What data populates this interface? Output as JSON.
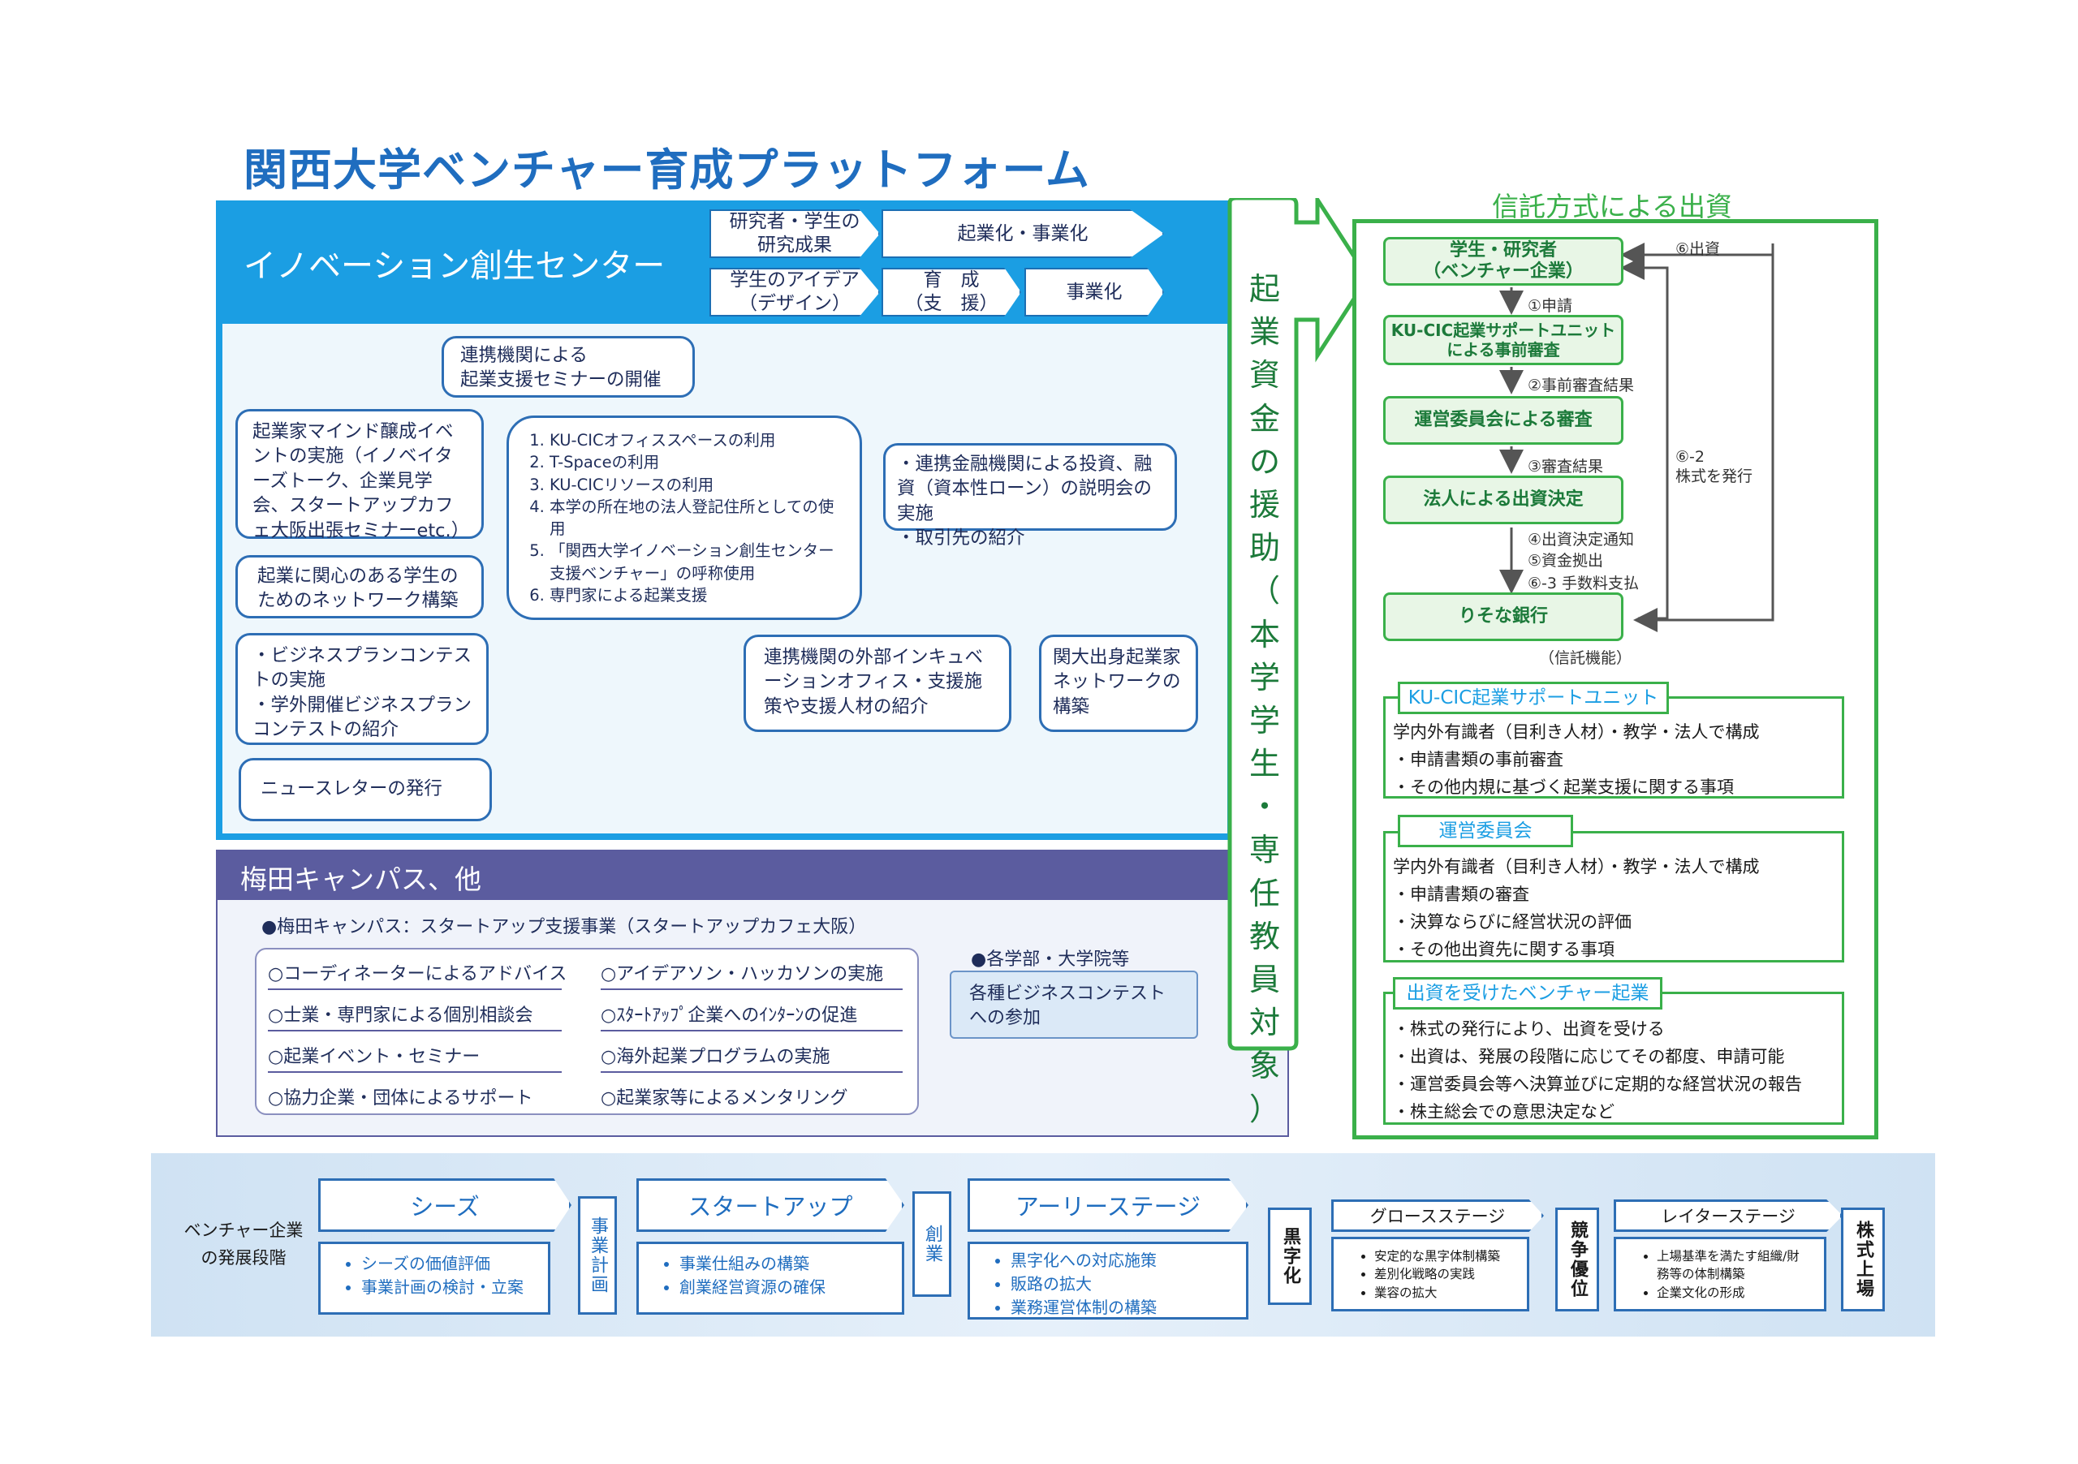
{
  "title": "関西大学ベンチャー育成プラットフォーム",
  "innovation": {
    "label": "イノベーション創生センター",
    "chev1": "研究者・学生の\n研究成果",
    "chev2": "起業化・事業化",
    "chev3": "学生のアイデア\n（デザイン）",
    "chev4": "育　成\n（支　援）",
    "chev5": "事業化",
    "seminar": "連携機関による\n起業支援セミナーの開催",
    "mind": "起業家マインド醸成イベントの実施（イノベイターズトーク、企業見学会、スタートアップカフェ大阪出張セミナーetc.）",
    "network": "起業に関心のある学生のためのネットワーク構築",
    "contest": "・ビジネスプランコンテストの実施\n・学外開催ビジネスプランコンテストの紹介",
    "newsletter": "ニュースレターの発行",
    "list": [
      "KU-CICオフィススペースの利用",
      "T-Spaceの利用",
      "KU-CICリソースの利用",
      "本学の所在地の法人登記住所としての使用",
      "「関西大学イノベーション創生センター支援ベンチャー」の呼称使用",
      "専門家による起業支援"
    ],
    "finance": "・連携金融機関による投資、融資（資本性ローン）の説明会の実施\n・取引先の紹介",
    "incubation": "連携機関の外部インキュベーションオフィス・支援施策や支援人材の紹介",
    "alumni": "関大出身起業家ネットワークの構築"
  },
  "umeda": {
    "label": "梅田キャンパス、他",
    "sub": "●梅田キャンパス：スタートアップ支援事業（スタートアップカフェ大阪）",
    "items_left": [
      "○コーディネーターによるアドバイス",
      "○士業・専門家による個別相談会",
      "○起業イベント・セミナー",
      "○協力企業・団体によるサポート"
    ],
    "items_right": [
      "○アイデアソン・ハッカソンの実施",
      "○ｽﾀｰﾄｱｯﾌﾟ企業へのｲﾝﾀｰﾝの促進",
      "○海外起業プログラムの実施",
      "○起業家等によるメンタリング"
    ],
    "faculty_label": "●各学部・大学院等",
    "faculty_box": "各種ビジネスコンテストへの参加"
  },
  "arrow_text": [
    "起",
    "業",
    "資",
    "金",
    "の",
    "援",
    "助",
    "（",
    "本",
    "学",
    "学",
    "生",
    "・",
    "専",
    "任",
    "教",
    "員",
    "対",
    "象",
    "）"
  ],
  "trust": {
    "title": "信託方式による出資",
    "box1": "学生・研究者\n（ベンチャー企業）",
    "box2": "KU-CIC起業サポートユニット\nによる事前審査",
    "box3": "運営委員会による審査",
    "box4": "法人による出資決定",
    "box5": "りそな銀行",
    "n1": "①申請",
    "n2": "②事前審査結果",
    "n3": "③審査結果",
    "n4": "④出資決定通知",
    "n5": "⑤資金拠出",
    "n63": "⑥-3 手数料支払",
    "n6": "⑥出資",
    "n62": "⑥-2\n株式を発行",
    "trust_fn": "（信託機能）",
    "unit_tag": "KU-CIC起業サポートユニット",
    "unit_lines": [
      "学内外有識者（目利き人材）・教学・法人で構成",
      "・申請書類の事前審査",
      "・その他内規に基づく起業支援に関する事項"
    ],
    "committee_tag": "運営委員会",
    "committee_lines": [
      "学内外有識者（目利き人材）・教学・法人で構成",
      "・申請書類の審査",
      "・決算ならびに経営状況の評価",
      "・その他出資先に関する事項"
    ],
    "venture_tag": "出資を受けたベンチャー起業",
    "venture_lines": [
      "・株式の発行により、出資を受ける",
      "・出資は、発展の段階に応じてその都度、申請可能",
      "・運営委員会等へ決算並びに定期的な経営状況の報告",
      "・株主総会での意思決定など"
    ]
  },
  "stages": {
    "label": "ベンチャー企業\nの発展段階",
    "seeds": "シーズ",
    "seeds_items": [
      "シーズの価値評価",
      "事業計画の検討・立案"
    ],
    "plan": "事業計画",
    "startup": "スタートアップ",
    "startup_items": [
      "事業仕組みの構築",
      "創業経営資源の確保"
    ],
    "founding": "創業",
    "early": "アーリーステージ",
    "early_items": [
      "黒字化への対応施策",
      "販路の拡大",
      "業務運営体制の構築"
    ],
    "black": "黒字化",
    "growth": "グロースステージ",
    "growth_items": [
      "安定的な黒字体制構築",
      "差別化戦略の実践",
      "業容の拡大"
    ],
    "compete": "競争優位",
    "later": "レイターステージ",
    "later_items": [
      "上場基準を満たす組織/財務等の体制構築",
      "企業文化の形成"
    ],
    "ipo": "株式上場"
  }
}
